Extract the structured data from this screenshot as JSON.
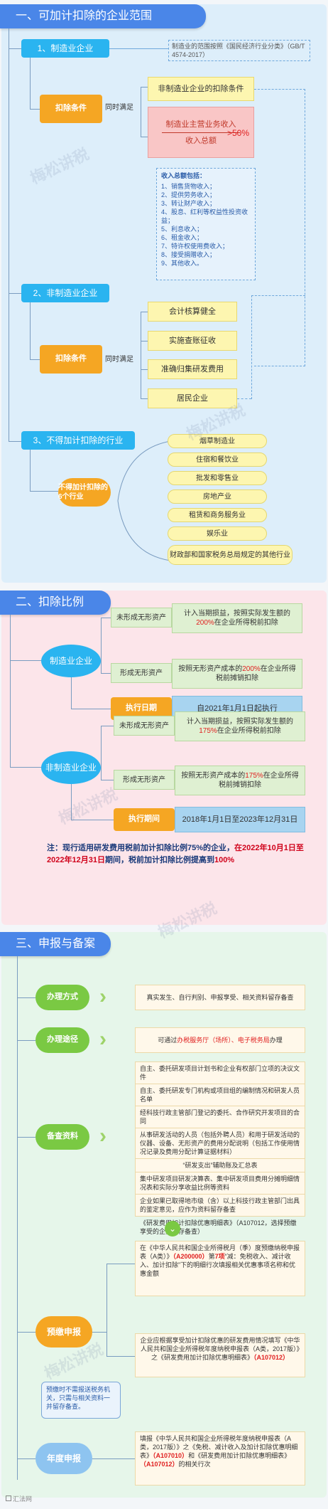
{
  "section1": {
    "title": "一、可加计扣除的企业范围",
    "manufacturing": {
      "label": "1、制造业企业",
      "scope_note": "制造业的范围按照《国民经济行业分类》（GB/T 4574-2017）"
    },
    "condition_label": "扣除条件",
    "simultaneous": "同时满足",
    "nonmfg_title": "非制造业企业的扣除条件",
    "ratio_numerator": "制造业主营业务收入",
    "ratio_denominator": "收入总额",
    "ratio_value": ">50%",
    "income_title": "收入总额包括：",
    "income_items": [
      "1、销售货物收入；",
      "2、提供劳务收入；",
      "3、转让财产收入；",
      "4、股息、红利等权益性投资收益；",
      "5、利息收入；",
      "6、租金收入；",
      "7、特许权使用费收入；",
      "8、接受捐赠收入；",
      "9、其他收入。"
    ],
    "nonmanufacturing": {
      "label": "2、非制造业企业",
      "condition_label": "扣除条件",
      "simultaneous": "同时满足",
      "conditions": [
        "会计核算健全",
        "实施查账征收",
        "准确归集研发费用",
        "居民企业"
      ]
    },
    "excluded": {
      "label": "3、不得加计扣除的行业",
      "group_label": "不得加计扣除的6个行业",
      "items": [
        "烟草制造业",
        "住宿和餐饮业",
        "批发和零售业",
        "房地产业",
        "租赁和商务服务业",
        "娱乐业",
        "财政部和国家税务总局规定的其他行业"
      ]
    }
  },
  "section2": {
    "title": "二、扣除比例",
    "mfg": {
      "label": "制造业企业",
      "intangible_no": "未形成无形资产",
      "intangible_no_text_a": "计入当期损益，按照实际发生额的",
      "intangible_no_pct": "200%",
      "intangible_no_text_b": "在企业所得税前扣除",
      "intangible_yes": "形成无形资产",
      "intangible_yes_text_a": "按照无形资产成本的",
      "intangible_yes_pct": "200%",
      "intangible_yes_text_b": "在企业所得税前摊销扣除",
      "date_label": "执行日期",
      "date_value": "自2021年1月1日起执行"
    },
    "nonmfg": {
      "label": "非制造业企业",
      "intangible_no": "未形成无形资产",
      "intangible_no_text_a": "计入当期损益，按照实际发生额的",
      "intangible_no_pct": "175%",
      "intangible_no_text_b": "在企业所得税前扣除",
      "intangible_yes": "形成无形资产",
      "intangible_yes_text_a": "按照无形资产成本的",
      "intangible_yes_pct": "175%",
      "intangible_yes_text_b": "在企业所得税前摊销扣除",
      "date_label": "执行期间",
      "date_value": "2018年1月1日至2023年12月31日"
    },
    "note_a": "注：现行适用研发费用税前加计扣除比例75%的企业，",
    "note_b": "在2022年10月1日至2022年12月31日",
    "note_c": "期间，税前加计扣除比例提高到",
    "note_pct": "100%"
  },
  "section3": {
    "title": "三、申报与备案",
    "method_label": "办理方式",
    "method_text": "真实发生、自行判别、申报享受、相关资料留存备查",
    "channel_label": "办理途径",
    "channel_text_a": "可通过",
    "channel_text_b": "办税服务厅（场所）、电子税务局",
    "channel_text_c": "办理",
    "docs_label": "备查资料",
    "docs_items": [
      "自主、委托研发项目计划书和企业有权部门立项的决议文件",
      "自主、委托研发专门机构或项目组的编制情况和研发人员名单",
      "经科技行政主管部门登记的委托、合作研究开发项目的合同",
      "从事研发活动的人员（包括外聘人员）和用于研发活动的仪器、设备、无形资产的费用分配说明（包括工作使用情况记录及费用分配计算证据材料）",
      "“研发支出”辅助账及汇总表",
      "集中研发项目研发决算表、集中研发项目费用分摊明细情况表和实际分享收益比例等资料",
      "企业如果已取得地市级（含）以上科技行政主管部门出具的鉴定意见，应作为资料留存备查",
      "《研发费用加计扣除优惠明细表》（A107012，选择预缴享受的企业留存备查）"
    ],
    "prepay_label": "预缴申报",
    "prepay_text_1a": "在《中华人民共和国企业所得税月（季）度预缴纳税申报表（A类）》",
    "prepay_text_1b": "（A200000）",
    "prepay_text_1c": "第",
    "prepay_text_1d": "7项",
    "prepay_text_1e": "“减：免税收入、减计收入、加计扣除”下的明细行次填报相关优惠事项名称和优惠金额",
    "prepay_text_2a": "企业应根据享受加计扣除优惠的研发费用情况填写《中华人民共和国企业所得税年度纳税申报表（A类，2017版）》之《研发费用加计扣除优惠明细表》",
    "prepay_text_2b": "（A107012）",
    "prepay_side": "预缴时不需报送税务机关，只需与相关资料一并留存备查。",
    "annual_label": "年度申报",
    "annual_text_a": "填报《中华人民共和国企业所得税年度纳税申报表（A类，2017版）》之《免税、减计收入及加计扣除优惠明细表》",
    "annual_text_b": "（A107010）",
    "annual_text_c": "和《研发费用加计扣除优惠明细表》",
    "annual_text_d": "（A107012）",
    "annual_text_e": "的相关行次"
  },
  "watermark": "梅松讲税",
  "footer": "汇法网",
  "colors": {
    "header": "#4a86e8",
    "blue_node": "#2ab4f0",
    "orange_node": "#f5a623",
    "green_node": "#7ac943",
    "red_text": "#e02020"
  }
}
